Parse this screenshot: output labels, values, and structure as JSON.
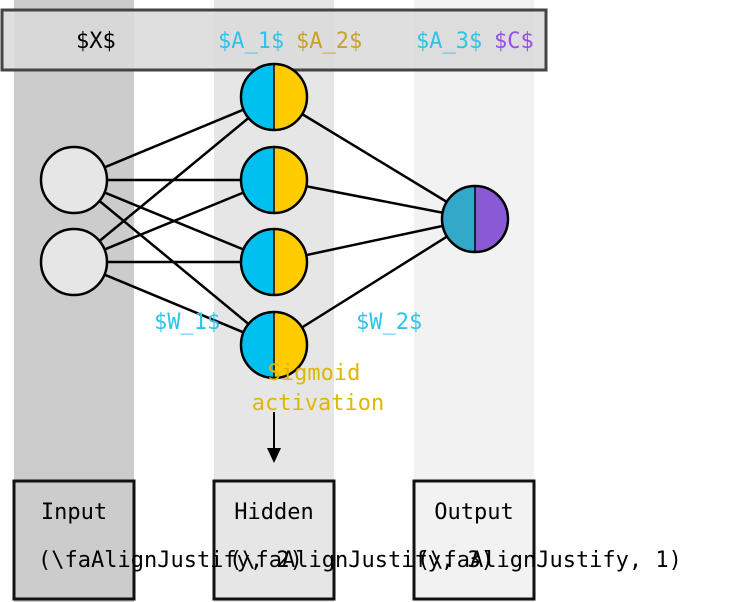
{
  "colors": {
    "input_column": "#cccccc",
    "hidden_column": "#e6e6e6",
    "output_column": "#f2f2f2",
    "header_fill": "#d9d9d9",
    "cyan": "#00c0f0",
    "gold": "#ffcc00",
    "label_gold": "#e0bc00",
    "teal": "#33a8c8",
    "purple": "#8a5ad6",
    "label_cyan": "#2ec4e8",
    "label_purple": "#9a4de8",
    "label_ochre": "#c9a227",
    "annotation_gold": "#ddb800"
  },
  "header": {
    "x_label": "$X$",
    "a1_label": "$A_1$",
    "a2_label": "$A_2$",
    "a3_label": "$A_3$",
    "c_label": "$C$"
  },
  "weights": {
    "w1_label": "$W_1$",
    "w2_label": "$W_2$"
  },
  "annotation": {
    "line1": "Sigmoid",
    "line2": "activation"
  },
  "boxes": {
    "input_label": "Input",
    "hidden_label": "Hidden",
    "output_label": "Output",
    "input_shape": "(\\faAlignJustify, 2)",
    "hidden_shape": "(\\faAlignJustify, 3)",
    "output_shape": "(\\faAlignJustify, 1)"
  }
}
